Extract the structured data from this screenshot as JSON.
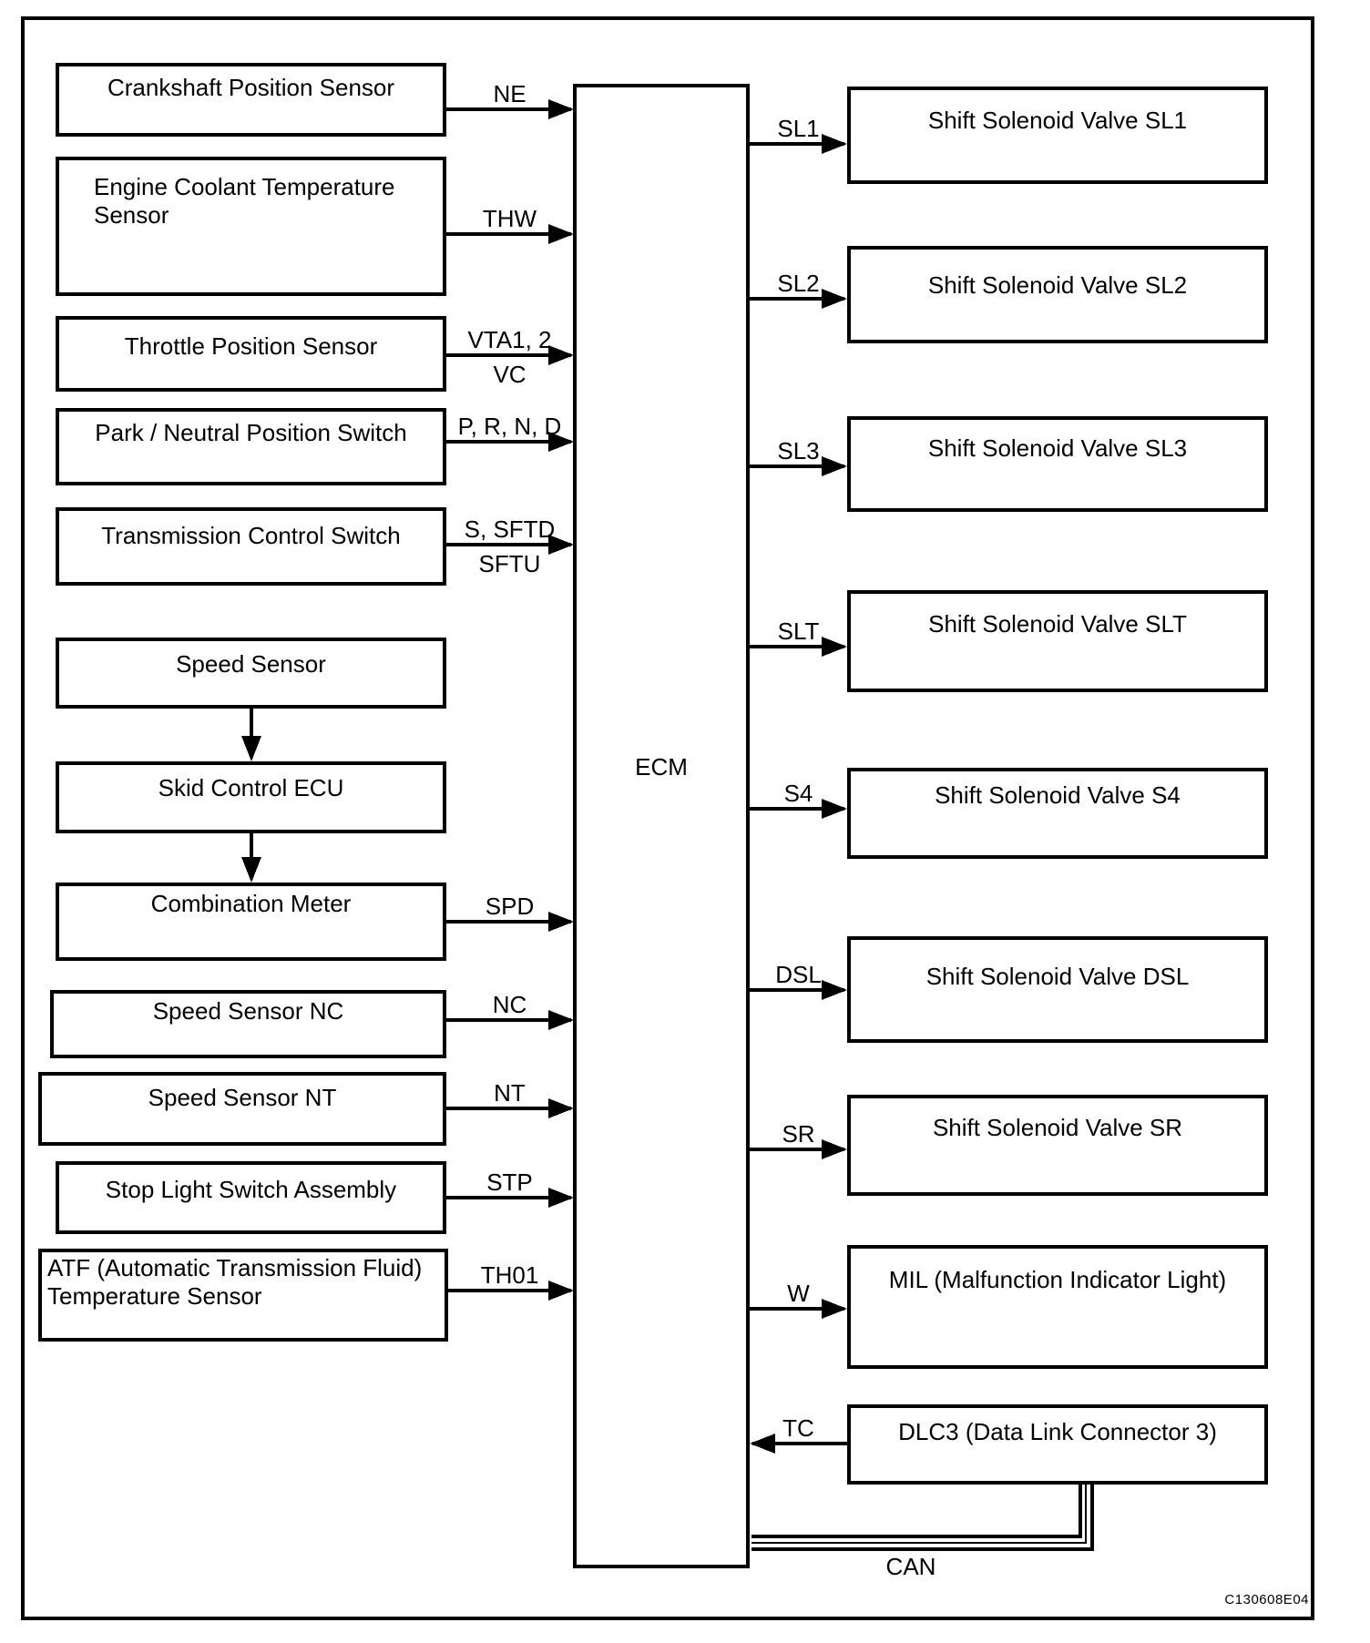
{
  "diagram": {
    "figure_code": "C130608E04",
    "ecm_label": "ECM",
    "left_boxes": [
      "Crankshaft Position Sensor",
      "Engine Coolant Temperature Sensor",
      "Throttle Position Sensor",
      "Park / Neutral Position Switch",
      "Transmission Control Switch",
      "Speed Sensor",
      "Skid Control ECU",
      "Combination Meter",
      "Speed Sensor NC",
      "Speed Sensor NT",
      "Stop Light Switch Assembly",
      "ATF (Automatic Transmission Fluid) Temperature Sensor"
    ],
    "right_boxes": [
      "Shift Solenoid Valve SL1",
      "Shift Solenoid Valve SL2",
      "Shift Solenoid Valve SL3",
      "Shift Solenoid Valve SLT",
      "Shift Solenoid Valve S4",
      "Shift Solenoid Valve DSL",
      "Shift Solenoid Valve SR",
      "MIL (Malfunction Indicator Light)",
      "DLC3 (Data Link Connector 3)"
    ],
    "signals": {
      "ne": "NE",
      "thw": "THW",
      "vta": "VTA1, 2",
      "vc": "VC",
      "prnd": "P, R, N, D",
      "sftd": "S, SFTD",
      "sftu": "SFTU",
      "spd": "SPD",
      "nc": "NC",
      "nt": "NT",
      "stp": "STP",
      "th01": "TH01",
      "sl1": "SL1",
      "sl2": "SL2",
      "sl3": "SL3",
      "slt": "SLT",
      "s4": "S4",
      "dsl": "DSL",
      "sr": "SR",
      "w": "W",
      "tc": "TC",
      "can": "CAN"
    },
    "line_color": "#000000",
    "background_color": "#ffffff"
  }
}
